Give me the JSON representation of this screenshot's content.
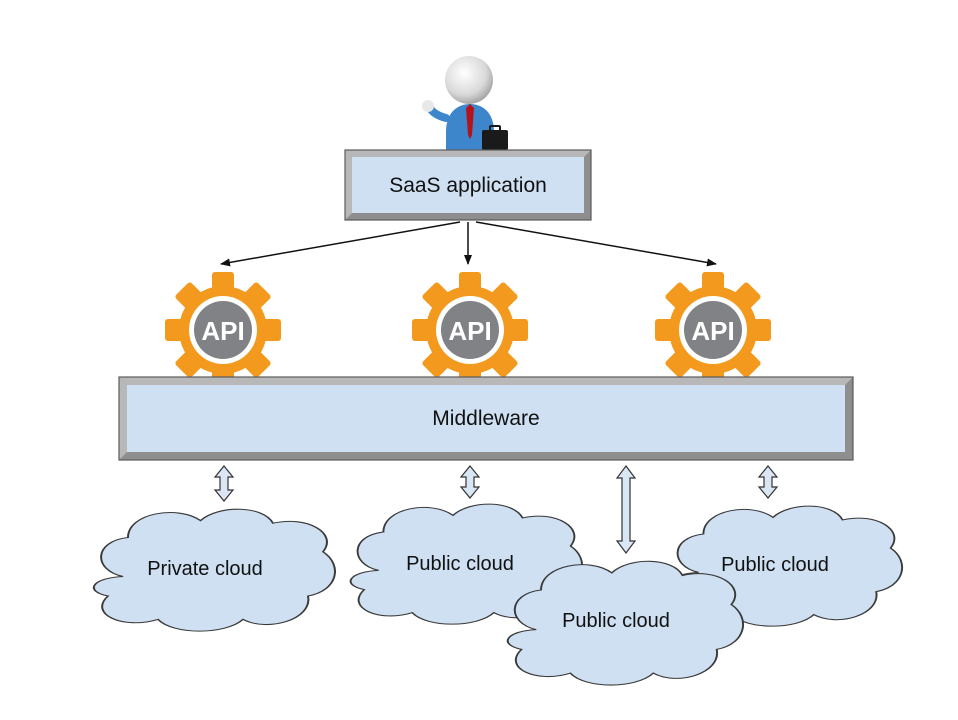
{
  "saas": {
    "label": "SaaS application"
  },
  "apis": [
    {
      "label": "API"
    },
    {
      "label": "API"
    },
    {
      "label": "API"
    }
  ],
  "middleware": {
    "label": "Middleware"
  },
  "clouds": [
    {
      "label": "Private cloud"
    },
    {
      "label": "Public cloud"
    },
    {
      "label": "Public cloud"
    },
    {
      "label": "Public cloud"
    }
  ],
  "colors": {
    "box_fill": "#cfe0f3",
    "box_border": "#5a5a5a",
    "gear": "#f39a1e",
    "api_badge": "#808285",
    "cloud_fill": "#cfe0f3",
    "cloud_stroke": "#3a3a3a",
    "arrow_fill": "#d9e6f4"
  },
  "icons": {
    "user": "person-with-briefcase-icon",
    "api": "api-gear-icon"
  }
}
